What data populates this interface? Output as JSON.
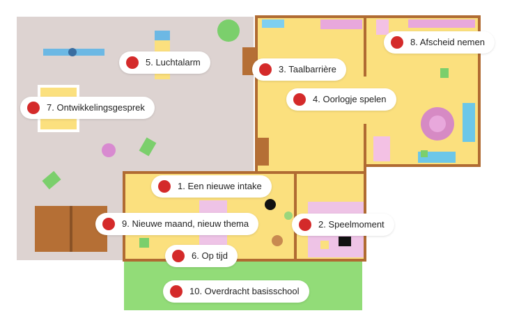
{
  "colors": {
    "marker": "#d42a2a",
    "floor": "#fbe07e",
    "outdoor": "#ddd3d1",
    "grass": "#92dc78",
    "wall": "#b06b32"
  },
  "hotspots": [
    {
      "number": 1,
      "label": "1. Een nieuwe intake"
    },
    {
      "number": 2,
      "label": "2. Speelmoment"
    },
    {
      "number": 3,
      "label": "3. Taalbarrière"
    },
    {
      "number": 4,
      "label": "4. Oorlogje spelen"
    },
    {
      "number": 5,
      "label": "5. Luchtalarm"
    },
    {
      "number": 6,
      "label": "6. Op tijd"
    },
    {
      "number": 7,
      "label": "7. Ontwikkelingsgesprek"
    },
    {
      "number": 8,
      "label": "8. Afscheid nemen"
    },
    {
      "number": 9,
      "label": "9. Nieuwe maand, nieuw thema"
    },
    {
      "number": 10,
      "label": "10. Overdracht basisschool"
    }
  ]
}
